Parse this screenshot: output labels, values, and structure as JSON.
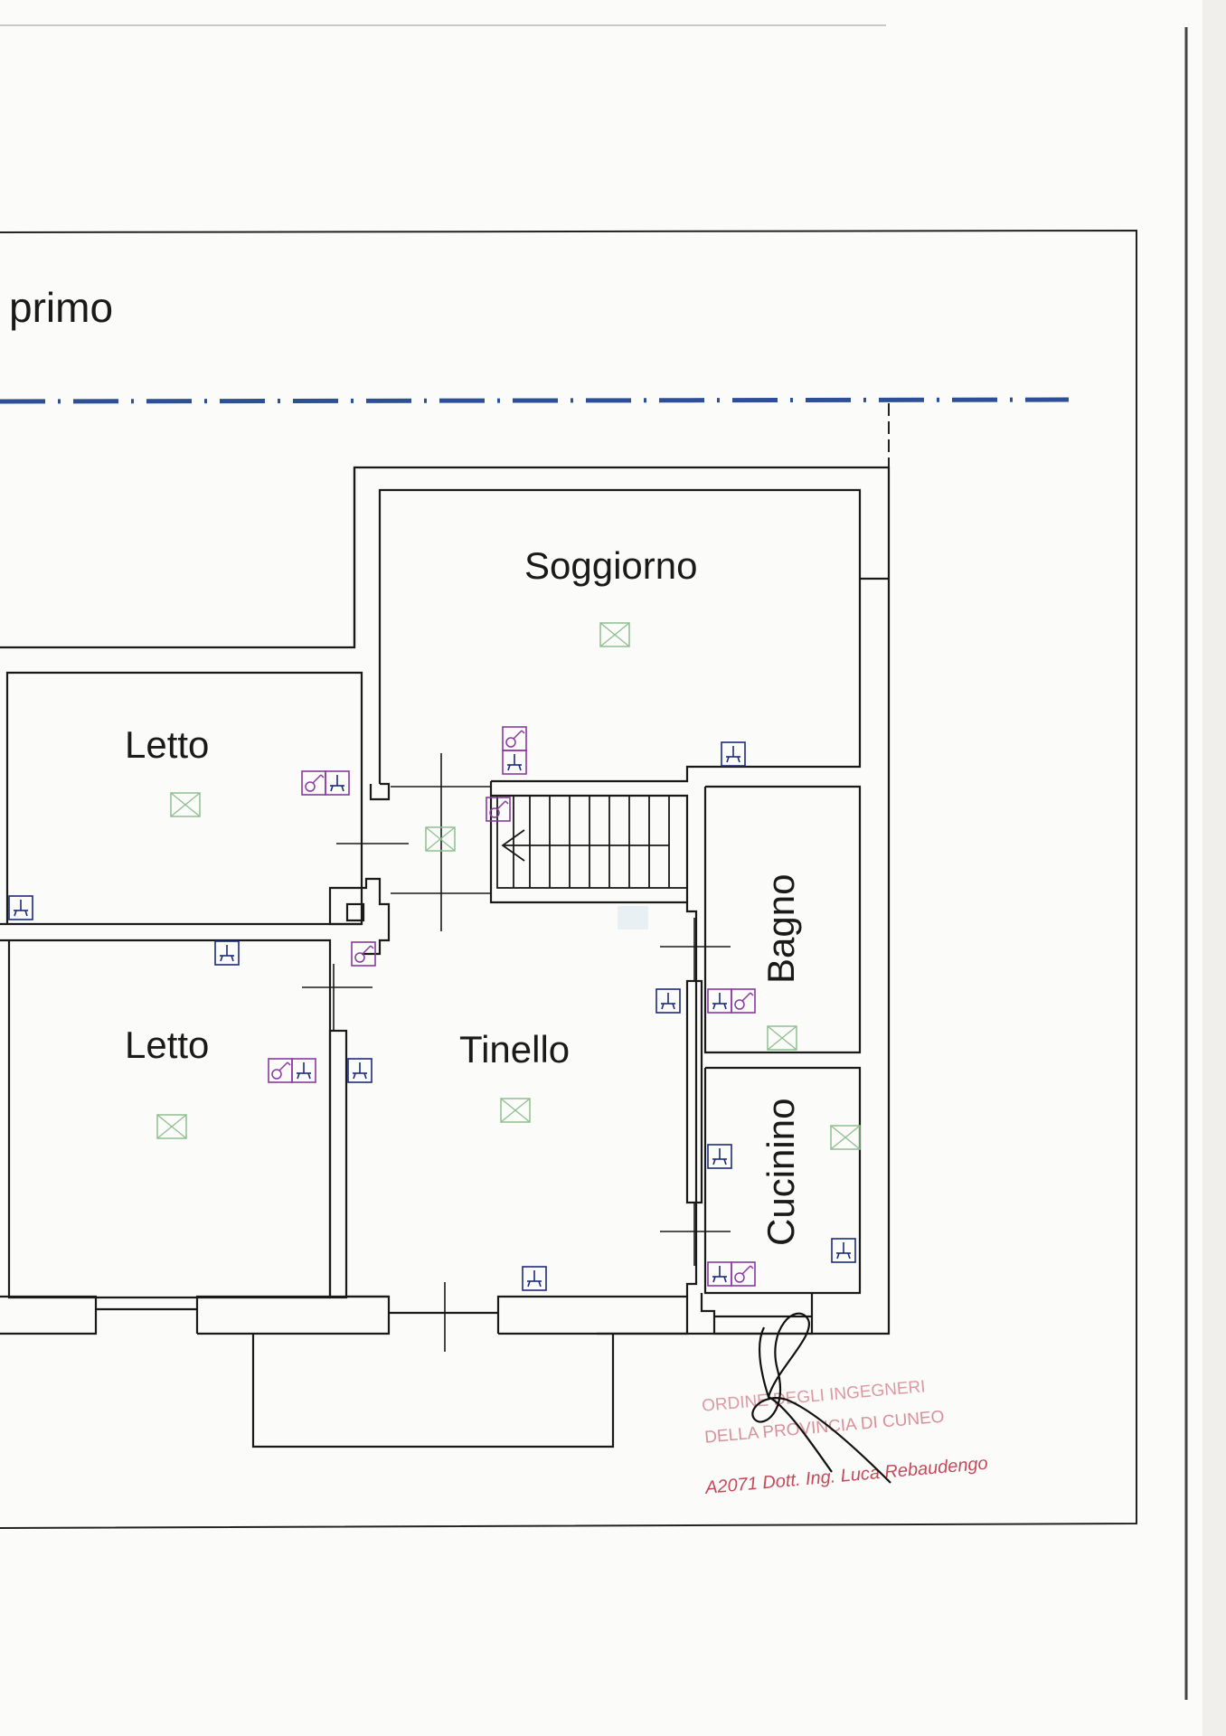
{
  "title": "primo",
  "rooms": {
    "soggiorno": "Soggiorno",
    "letto_upper": "Letto",
    "letto_lower": "Letto",
    "tinello": "Tinello",
    "bagno": "Bagno",
    "cucinino": "Cucinino"
  },
  "stamp": {
    "line1": "ORDINE DEGLI INGEGNERI",
    "line2": "DELLA PROVINCIA DI CUNEO",
    "line3": "A2071  Dott. Ing. Luca Rebaudengo"
  },
  "colors": {
    "wall": "#1a1a1a",
    "axis": "#2d4f95",
    "switch": "#8a3aa0",
    "socket": "#1c2a7a",
    "light": "#8fbf8f",
    "stamp": "#c44a5a"
  },
  "icons": [
    "switch-icon",
    "socket-icon",
    "ceiling-light-icon",
    "stairs-arrow-icon",
    "signature"
  ]
}
